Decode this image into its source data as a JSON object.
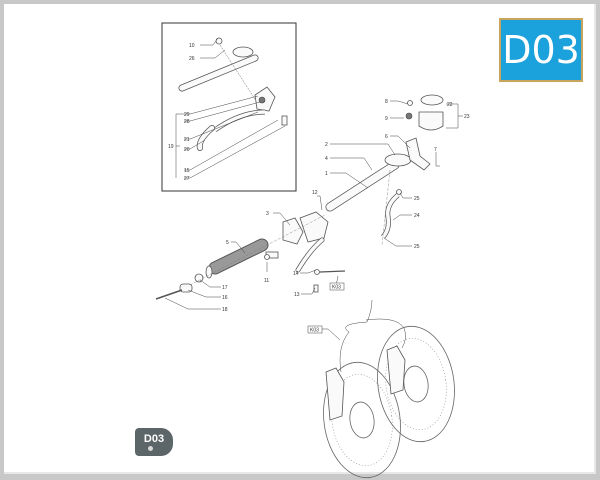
{
  "badge": {
    "code": "D03",
    "color": "#1ba1dc",
    "border": "#c9a45c"
  },
  "tag": {
    "code": "D03"
  },
  "inset": {
    "labels": [
      "10",
      "26",
      "29",
      "28",
      "21",
      "20",
      "15",
      "27",
      "19"
    ]
  },
  "callouts": {
    "labels": [
      "8",
      "9",
      "22",
      "23",
      "6",
      "2",
      "4",
      "1",
      "7",
      "25",
      "24",
      "25",
      "12",
      "3",
      "5",
      "11",
      "14",
      "13",
      "17",
      "16",
      "18"
    ],
    "refs": [
      "K03",
      "K03"
    ]
  }
}
